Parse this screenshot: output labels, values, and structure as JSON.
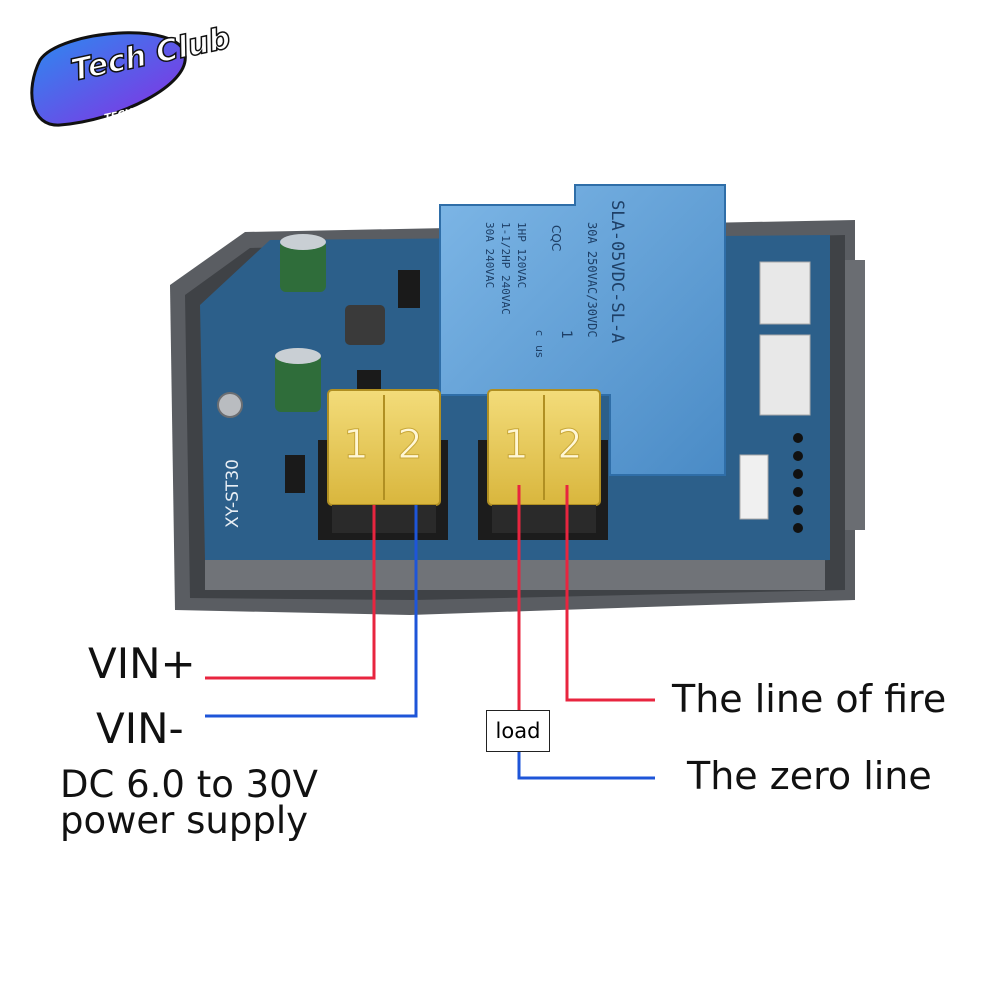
{
  "logo": {
    "brand": "Tech Club",
    "tagline": "TECH CLUB"
  },
  "board": {
    "model_label": "XY-ST30",
    "terminal_numbers": [
      "1",
      "2",
      "1",
      "2"
    ],
    "relay": {
      "model": "SLA-05VDC-SL-A",
      "ratings": [
        "30A 250VAC/30VDC",
        "1HP 120VAC",
        "1-1/2HP 240VAC",
        "30A 240VAC"
      ],
      "marks": [
        "CQC",
        "1",
        "c",
        "us"
      ]
    }
  },
  "labels": {
    "vin_plus": "VIN+",
    "vin_minus": "VIN-",
    "supply_line1": "DC 6.0 to 30V",
    "supply_line2": "power supply",
    "load": "load",
    "fire_line": "The line of fire",
    "zero_line": "The zero line"
  },
  "colors": {
    "positive_wire": "#e8253f",
    "negative_wire": "#1e55d8",
    "relay_blue": "#5a9bd4",
    "terminal_yellow": "#e6c84a",
    "pcb_blue": "#2c5f8a",
    "logo_purple": "#6a2bd9"
  }
}
